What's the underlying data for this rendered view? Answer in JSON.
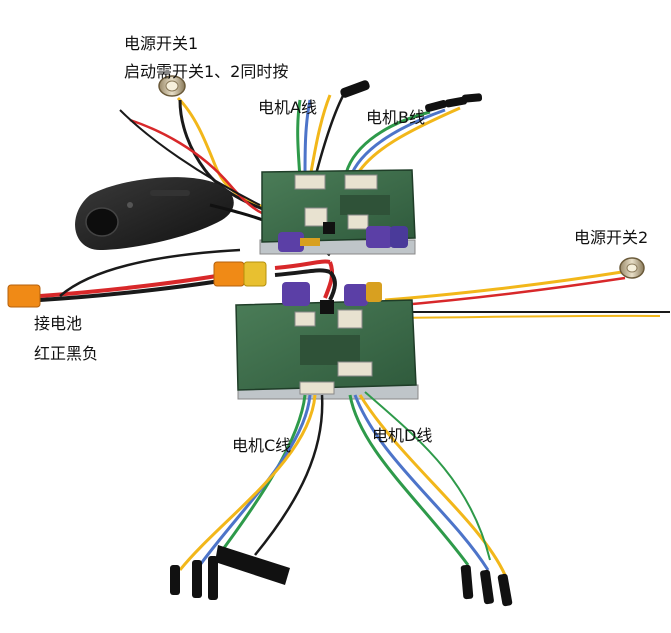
{
  "labels": {
    "power_switch_1": "电源开关1",
    "start_note": "启动需开关1、2同时按",
    "motor_a": "电机A线",
    "motor_b": "电机B线",
    "power_switch_2": "电源开关2",
    "battery": "接电池",
    "polarity": "红正黑负",
    "motor_c": "电机C线",
    "motor_d": "电机D线"
  },
  "colors": {
    "pcb": "#3d6e4c",
    "wire_red": "#d8282a",
    "wire_yellow": "#f2b71a",
    "wire_blue": "#4d74c9",
    "wire_green": "#2e9a4a",
    "wire_black": "#1a1a1a",
    "connector": "#f08a16",
    "capacitor": "#5b3fa6",
    "remote": "#262626"
  }
}
